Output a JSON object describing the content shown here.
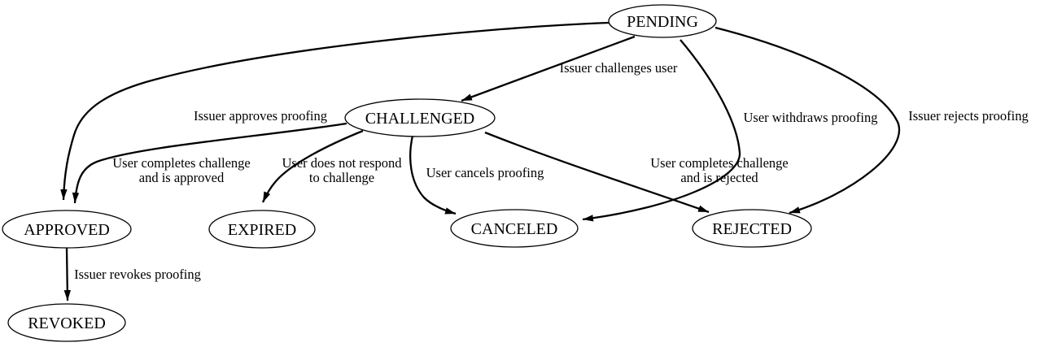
{
  "diagram": {
    "type": "state-machine-graph",
    "background_color": "#ffffff",
    "stroke_color": "#000000",
    "nodes": [
      {
        "id": "pending",
        "label": "PENDING"
      },
      {
        "id": "challenged",
        "label": "CHALLENGED"
      },
      {
        "id": "approved",
        "label": "APPROVED"
      },
      {
        "id": "expired",
        "label": "EXPIRED"
      },
      {
        "id": "canceled",
        "label": "CANCELED"
      },
      {
        "id": "rejected",
        "label": "REJECTED"
      },
      {
        "id": "revoked",
        "label": "REVOKED"
      }
    ],
    "edges": [
      {
        "from": "PENDING",
        "to": "CHALLENGED",
        "label": "Issuer challenges user"
      },
      {
        "from": "PENDING",
        "to": "APPROVED",
        "label": "Issuer approves proofing"
      },
      {
        "from": "PENDING",
        "to": "CANCELED",
        "label": "User withdraws proofing"
      },
      {
        "from": "PENDING",
        "to": "REJECTED",
        "label": "Issuer rejects proofing"
      },
      {
        "from": "CHALLENGED",
        "to": "APPROVED",
        "label": "User completes challenge and is approved",
        "label_line1": "User completes challenge",
        "label_line2": "and is approved"
      },
      {
        "from": "CHALLENGED",
        "to": "EXPIRED",
        "label": "User does not respond to challenge",
        "label_line1": "User does not respond",
        "label_line2": "to challenge"
      },
      {
        "from": "CHALLENGED",
        "to": "CANCELED",
        "label": "User cancels proofing"
      },
      {
        "from": "CHALLENGED",
        "to": "REJECTED",
        "label": "User completes challenge and is rejected",
        "label_line1": "User completes challenge",
        "label_line2": "and is rejected"
      },
      {
        "from": "APPROVED",
        "to": "REVOKED",
        "label": "Issuer revokes proofing"
      }
    ]
  }
}
